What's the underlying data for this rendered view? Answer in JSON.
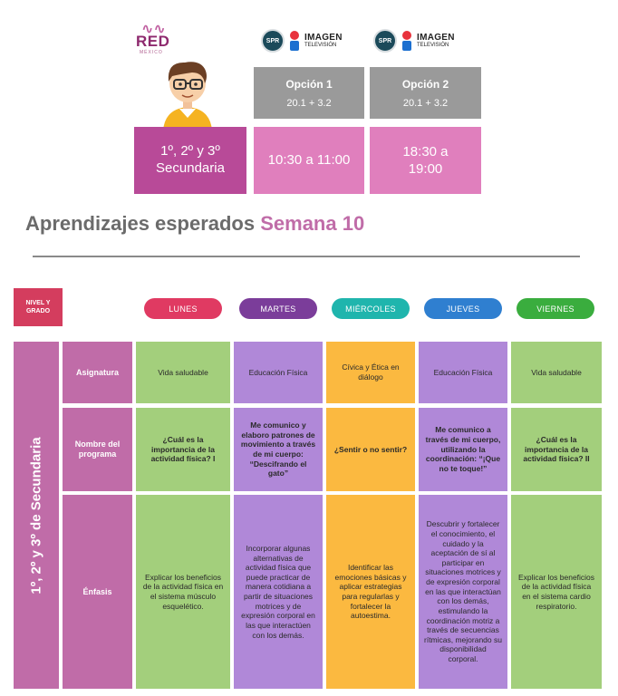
{
  "header": {
    "logo_text": "RED",
    "logo_sub": "MÉXICO",
    "channel1": {
      "spr": "SPR",
      "imagen": "IMAGEN",
      "imagen_sub": "TELEVISIÓN"
    },
    "channel2": {
      "spr": "SPR",
      "imagen": "IMAGEN",
      "imagen_sub": "TELEVISIÓN"
    },
    "option1": {
      "title": "Opción 1",
      "channels": "20.1  +  3.2",
      "time": "10:30 a 11:00"
    },
    "option2": {
      "title": "Opción 2",
      "channels": "20.1  +  3.2",
      "time": "18:30 a 19:00"
    },
    "level": "1º, 2º y 3º Secundaria"
  },
  "title": {
    "main": "Aprendizajes esperados ",
    "week": "Semana 10"
  },
  "table": {
    "nivel_label": "NIVEL Y GRADO",
    "side_label": "1º, 2º y 3º de Secundaria",
    "days": [
      {
        "label": "LUNES",
        "color": "#e03a62"
      },
      {
        "label": "MARTES",
        "color": "#7b3d9a"
      },
      {
        "label": "MIÉRCOLES",
        "color": "#1fb5ad"
      },
      {
        "label": "JUEVES",
        "color": "#2f7fd0"
      },
      {
        "label": "VIERNES",
        "color": "#3aad3e"
      }
    ],
    "row_labels": [
      "Asignatura",
      "Nombre del programa",
      "Énfasis"
    ],
    "asignatura": [
      "Vida saludable",
      "Educación Física",
      "Cívica y Ética en diálogo",
      "Educación Física",
      "Vida saludable"
    ],
    "programa": [
      "¿Cuál es la importancia de la actividad física? I",
      "Me comunico y elaboro patrones de movimiento a través de mi cuerpo: “Descifrando el gato”",
      "¿Sentir o no sentir?",
      "Me comunico a través de mi cuerpo, utilizando la coordinación: “¡Que no te toque!”",
      "¿Cuál es la importancia de la actividad física? II"
    ],
    "enfasis": [
      "Explicar los beneficios de la actividad física en el sistema músculo esquelético.",
      "Incorporar algunas alternativas de actividad física que puede practicar de manera cotidiana a partir de situaciones motrices y de expresión corporal en las que interactúen con los demás.",
      "Identificar las emociones básicas y aplicar estrategias para regularlas y fortalecer la autoestima.",
      "Descubrir y fortalecer el conocimiento, el cuidado y la aceptación de sí al participar en situaciones motrices y de expresión corporal en las que interactúan con los demás, estimulando la coordinación motriz a través de secuencias rítmicas, mejorando su disponibilidad corporal.",
      "Explicar los beneficios de la actividad física en el sistema cardio respiratorio."
    ],
    "colors": {
      "green": "#a3cf7c",
      "purple": "#b088d8",
      "yellow": "#fbb940",
      "pink": "#c06ca8"
    }
  }
}
